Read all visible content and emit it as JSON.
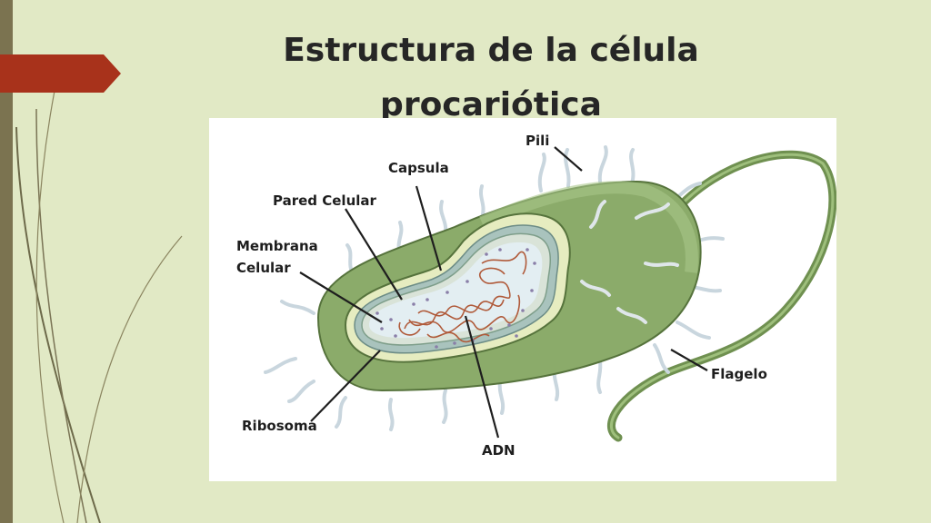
{
  "slide": {
    "title": "Estructura de la célula procariótica"
  },
  "diagram": {
    "labels": {
      "pili": "Pili",
      "capsula": "Capsula",
      "pared_celular": "Pared Celular",
      "membrana_line1": "Membrana",
      "membrana_line2": "Celular",
      "ribosoma": "Ribosoma",
      "adn": "ADN",
      "flagelo": "Flagelo"
    }
  },
  "colors": {
    "accent_tab": "#a8321b",
    "background": "#e1e9c5",
    "side_bar": "#7b7350"
  }
}
